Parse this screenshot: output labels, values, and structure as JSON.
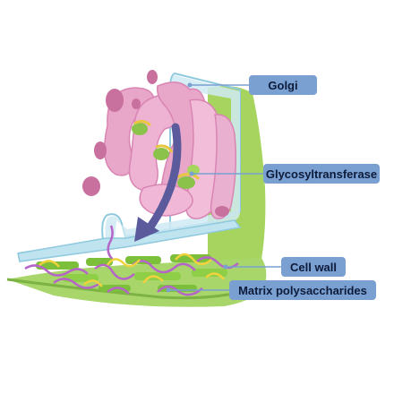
{
  "labels": {
    "golgi": "Golgi",
    "glycosyltransferase": "Glycosyltransferase",
    "cell_wall": "Cell wall",
    "matrix_polysaccharides": "Matrix polysaccharides"
  },
  "colors": {
    "label_fill": "#7aa0d2",
    "leader_line": "#7aa0d2",
    "golgi_pink": "#e8a6c8",
    "golgi_dark": "#c8709e",
    "enzyme_green": "#8bc34a",
    "enzyme_yellow": "#e8c640",
    "membrane_blue": "#bfe3ef",
    "cell_wall_green": "#8cc63f",
    "arrow_purple": "#5b5a9c",
    "fiber_purple": "#b565c8",
    "fiber_yellow": "#f0d23c"
  }
}
